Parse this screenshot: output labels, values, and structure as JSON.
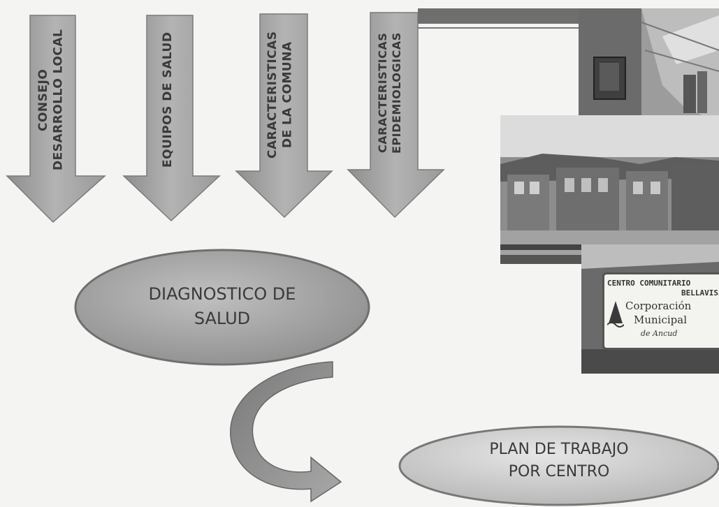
{
  "inputs": [
    {
      "id": "consejo",
      "label": "CONSEJO\nDESARROLLO LOCAL"
    },
    {
      "id": "equipos",
      "label": "EQUIPOS DE SALUD"
    },
    {
      "id": "comuna",
      "label": "CARACTERISTICAS\nDE LA COMUNA"
    },
    {
      "id": "epidemiologicas",
      "label": "CARACTERISTICAS\nEPIDEMIOLOGICAS"
    }
  ],
  "diagnostico": {
    "label": "DIAGNOSTICO DE\nSALUD"
  },
  "plan": {
    "label": "PLAN DE TRABAJO\nPOR CENTRO"
  },
  "photo_sign": {
    "line1": "CENTRO COMUNITARIO",
    "line2": "BELLAVIS",
    "org_line1": "Corporación",
    "org_line2": "Municipal",
    "org_line3": "de Ancud"
  },
  "colors": {
    "arrow_fill": "#a9a9a9",
    "ellipse_fill": "#a6a6a6",
    "plan_fill": "#d2d2d2",
    "text": "#3a3a3a"
  }
}
